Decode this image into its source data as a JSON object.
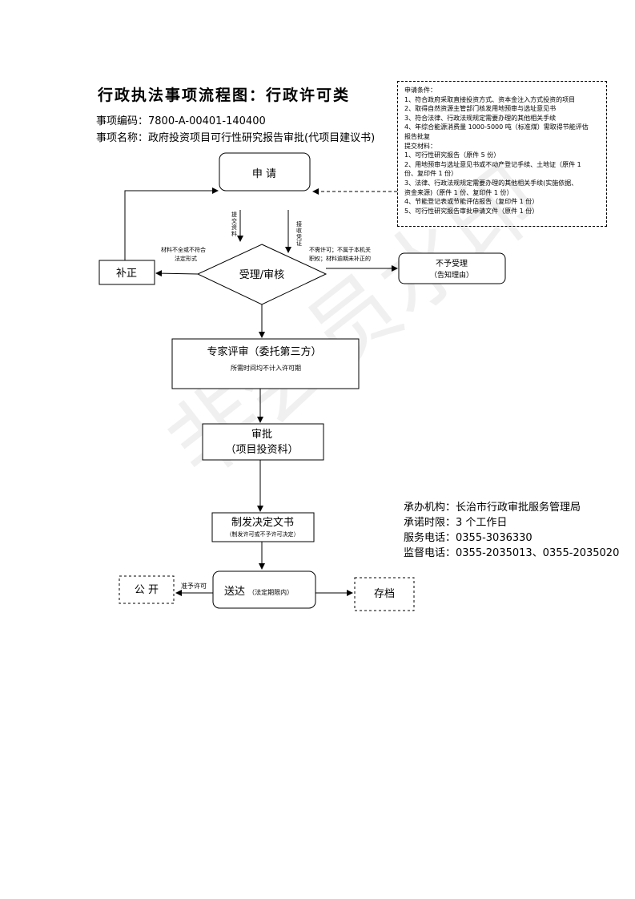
{
  "header": {
    "title": "行政执法事项流程图：行政许可类",
    "code_line": "事项编码：7800-A-00401-140400",
    "name_line": "事项名称：政府投资项目可行性研究报告审批(代项目建议书)"
  },
  "conditions": {
    "lines": [
      "申请条件：",
      "1、符合政府采取直接投资方式、资本金注入方式投资的项目",
      "2、取得自然资源主管部门核发用地预审与选址意见书",
      "3、符合法律、行政法规规定需要办理的其他相关手续",
      "4、年综合能源消费量 1000-5000 吨（标准煤）需取得节能评估",
      "报告批复",
      "提交材料：",
      "1、可行性研究报告（原件 5 份）",
      "2、用地预审与选址意见书或不动产登记手续、土地证（原件 1",
      "份、复印件 1 份）",
      "3、法律、行政法规规定需要办理的其他相关手续(实施依据、",
      "资金来源)（原件 1 份、复印件 1 份）",
      "4、节能登记表或节能评估报告（复印件 1 份）",
      "5、可行性研究报告审批申请文件（原件 1 份）"
    ]
  },
  "flow": {
    "apply": "申  请",
    "submit": "提交资料",
    "receive": "接收凭证",
    "buzheng": "补正",
    "buzheng_note_1": "材料不全或不符合",
    "buzheng_note_2": "法定形式",
    "review": "受理/审核",
    "reject_note_1": "不需许可；不属于本机关",
    "reject_note_2": "职权；材料逾期未补正的",
    "reject": "不予受理",
    "reject_sub": "（告知理由）",
    "expert": "专家评审（委托第三方）",
    "expert_sub": "所需时间均不计入许可期",
    "approve": "审批",
    "approve_sub": "（项目投资科）",
    "decision": "制发决定文书",
    "decision_sub": "（制发许可或不予许可决定）",
    "public": "公 开",
    "public_note": "准予许可",
    "deliver": "送达",
    "deliver_sub": "（法定期限内）",
    "archive": "存档"
  },
  "info": {
    "agency": "承办机构：长治市行政审批服务管理局",
    "period": "承诺时限：3 个工作日",
    "phone": "服务电话：0355-3036330",
    "supervise": "监督电话：0355-2035013、0355-2035020"
  },
  "watermark": "非会员水印"
}
